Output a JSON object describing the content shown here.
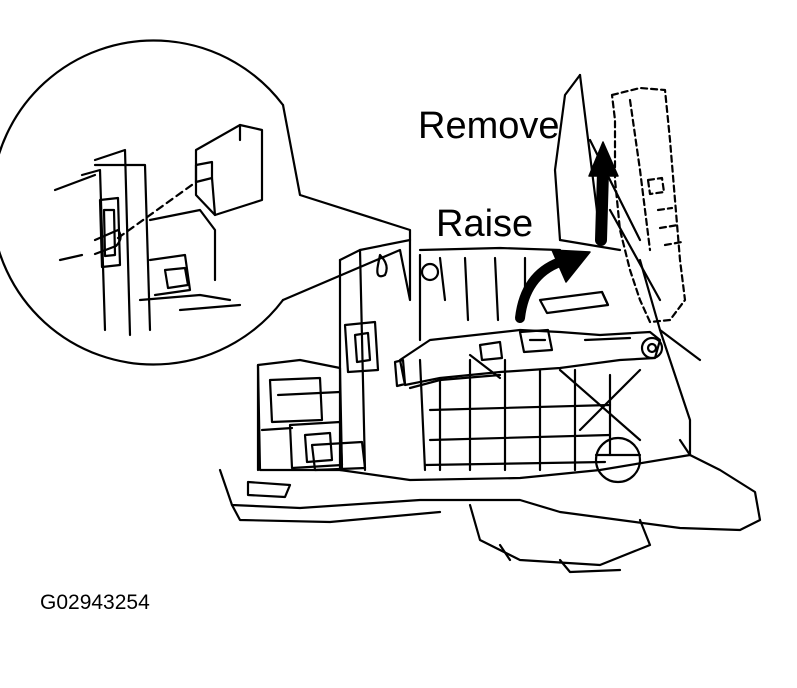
{
  "labels": {
    "remove": "Remove",
    "raise": "Raise",
    "figure_code": "G02943254"
  },
  "colors": {
    "line": "#000000",
    "background": "#ffffff"
  }
}
